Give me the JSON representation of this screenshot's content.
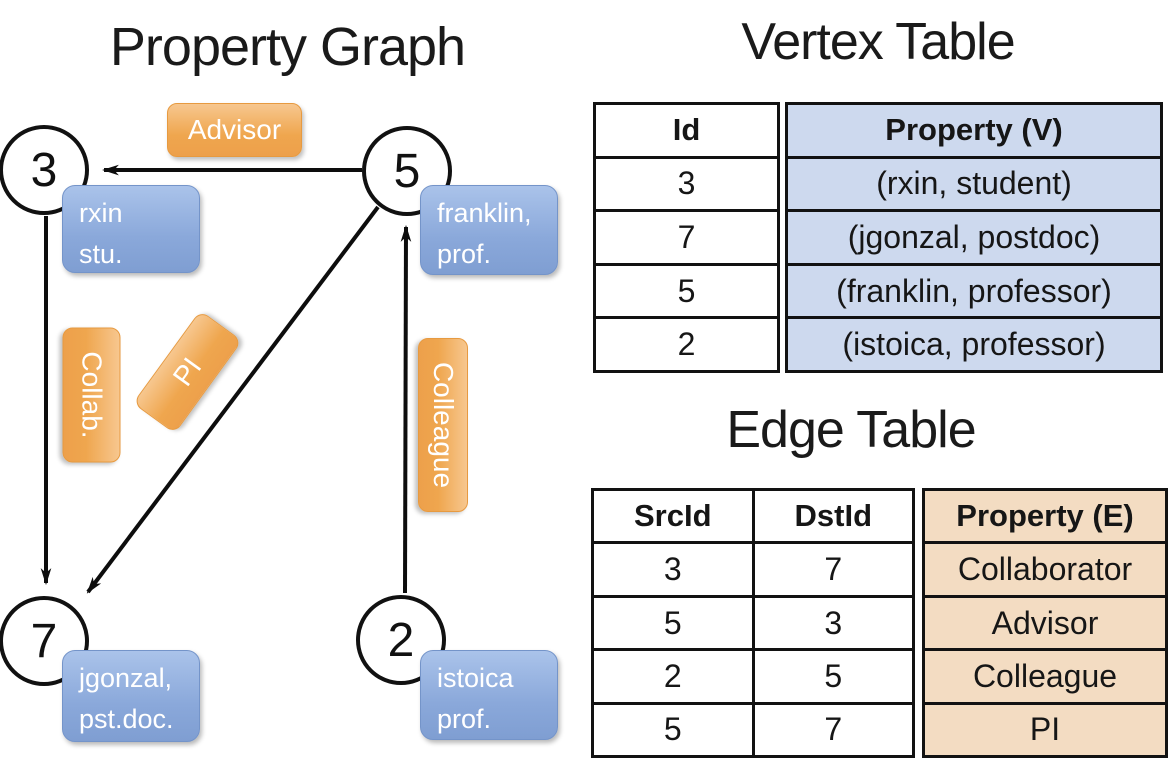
{
  "graph": {
    "title": "Property Graph",
    "vertices": [
      {
        "id": "3",
        "label_line1": "rxin",
        "label_line2": "stu."
      },
      {
        "id": "5",
        "label_line1": "franklin,",
        "label_line2": "prof."
      },
      {
        "id": "7",
        "label_line1": "jgonzal,",
        "label_line2": "pst.doc."
      },
      {
        "id": "2",
        "label_line1": "istoica",
        "label_line2": "prof."
      }
    ],
    "edge_labels": {
      "advisor": "Advisor",
      "collab": "Collab.",
      "pi": "PI",
      "colleague": "Colleague"
    }
  },
  "vertex_table": {
    "title": "Vertex Table",
    "columns": [
      "Id",
      "Property (V)"
    ],
    "rows": [
      [
        "3",
        "(rxin, student)"
      ],
      [
        "7",
        "(jgonzal, postdoc)"
      ],
      [
        "5",
        "(franklin, professor)"
      ],
      [
        "2",
        "(istoica, professor)"
      ]
    ]
  },
  "edge_table": {
    "title": "Edge Table",
    "columns": [
      "SrcId",
      "DstId",
      "Property (E)"
    ],
    "rows": [
      [
        "3",
        "7",
        "Collaborator"
      ],
      [
        "5",
        "3",
        "Advisor"
      ],
      [
        "2",
        "5",
        "Colleague"
      ],
      [
        "5",
        "7",
        "PI"
      ]
    ]
  },
  "colors": {
    "vertex_property_bg": "#cdd9ee",
    "edge_property_bg": "#f3dcc2",
    "node_box_blue": "#8aa8da",
    "edge_label_orange": "#efa64e",
    "line_black": "#0d0d0d"
  }
}
